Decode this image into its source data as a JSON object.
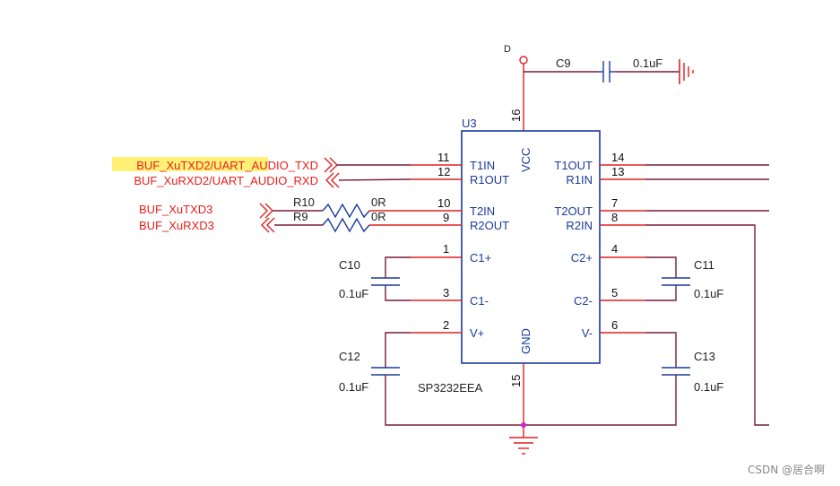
{
  "ic": {
    "designator": "U3",
    "part": "SP3232EEA",
    "vcc_label": "VCC",
    "gnd_label": "GND",
    "pins_left": [
      {
        "num": "11",
        "name": "T1IN"
      },
      {
        "num": "12",
        "name": "R1OUT"
      },
      {
        "num": "10",
        "name": "T2IN"
      },
      {
        "num": "9",
        "name": "R2OUT"
      },
      {
        "num": "1",
        "name": "C1+"
      },
      {
        "num": "3",
        "name": "C1-"
      },
      {
        "num": "2",
        "name": "V+"
      }
    ],
    "pins_right": [
      {
        "num": "14",
        "name": "T1OUT"
      },
      {
        "num": "13",
        "name": "R1IN"
      },
      {
        "num": "7",
        "name": "T2OUT"
      },
      {
        "num": "8",
        "name": "R2IN"
      },
      {
        "num": "4",
        "name": "C2+"
      },
      {
        "num": "5",
        "name": "C2-"
      },
      {
        "num": "6",
        "name": "V-"
      }
    ],
    "pin_vcc": "16",
    "pin_gnd": "15"
  },
  "nets": {
    "txd2": "BUF_XuTXD2/UART_AUDIO_TXD",
    "rxd2": "BUF_XuRXD2/UART_AUDIO_RXD",
    "txd3": "BUF_XuTXD3",
    "rxd3": "BUF_XuRXD3",
    "vcc_partial": "D"
  },
  "resistors": [
    {
      "ref": "R10",
      "value": "0R"
    },
    {
      "ref": "R9",
      "value": "0R"
    }
  ],
  "capacitors": {
    "c9": {
      "ref": "C9",
      "value": "0.1uF"
    },
    "c10": {
      "ref": "C10",
      "value": "0.1uF"
    },
    "c11": {
      "ref": "C11",
      "value": "0.1uF"
    },
    "c12": {
      "ref": "C12",
      "value": "0.1uF"
    },
    "c13": {
      "ref": "C13",
      "value": "0.1uF"
    }
  },
  "watermark": "CSDN @居合啊",
  "colors": {
    "component": "#1a3a9c",
    "net_label": "#e8201c",
    "wire_red": "#e02020",
    "wire_dark": "#7a1a3a",
    "highlight": "#fff176",
    "junction": "#d020d0"
  }
}
